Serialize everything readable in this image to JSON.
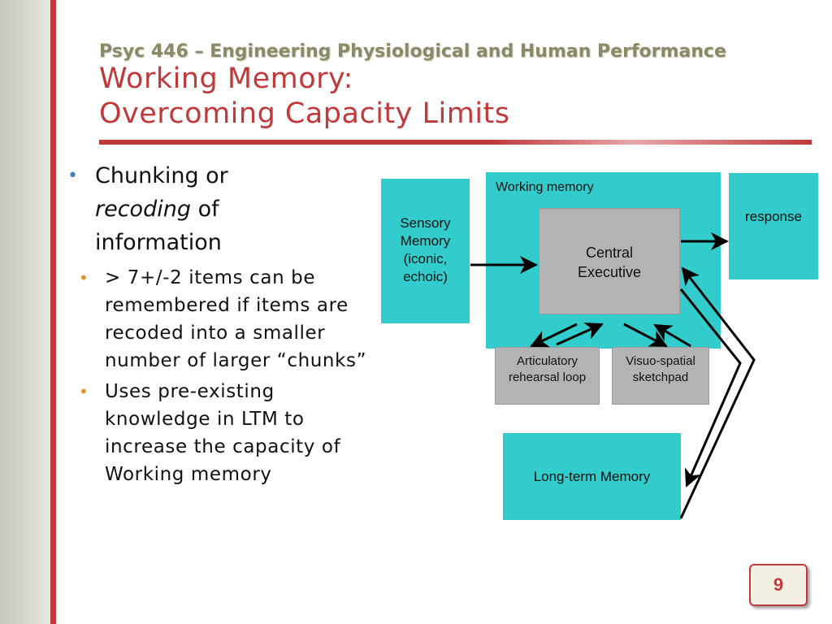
{
  "slide": {
    "subtitle": "Psyc 446 – Engineering Physiological and Human Performance",
    "title_line1": "Working Memory:",
    "title_line2": "Overcoming Capacity Limits",
    "page_number": "9"
  },
  "bullets": {
    "main_pre": "Chunking or",
    "main_em": "recoding",
    "main_post": "of",
    "main_line3": "information",
    "sub1": "> 7+/-2 items can be remembered if items are recoded into a smaller number of larger “chunks”",
    "sub2": "Uses pre-existing knowledge in LTM to increase the capacity of Working memory"
  },
  "diagram": {
    "sensory": "Sensory Memory (iconic, echoic)",
    "working_memory": "Working memory",
    "central_line1": "Central",
    "central_line2": "Executive",
    "response": "response",
    "articulatory": "Articulatory rehearsal loop",
    "visuo": "Visuo-spatial sketchpad",
    "ltm": "Long-term Memory"
  },
  "colors": {
    "accent_red": "#c0393b",
    "teal": "#33cccc",
    "grey_box": "#b3b3b3",
    "bullet_blue": "#4a7fc1",
    "bullet_orange": "#e0932b"
  }
}
